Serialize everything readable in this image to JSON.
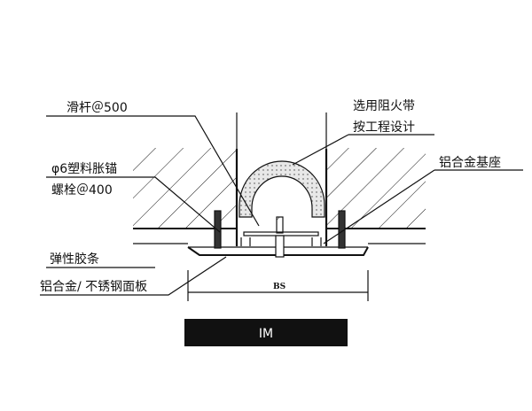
{
  "labels": {
    "slide_bar": "滑杆＠500",
    "fire_belt_1": "选用阻火带",
    "fire_belt_2": "按工程设计",
    "base": "铝合金基座",
    "anchor_1": "φ6塑料胀锚",
    "anchor_2": "螺栓＠400",
    "rubber_strip": "弹性胶条",
    "cover_plate": "铝合金/ 不锈钢面板",
    "dimension": "BS"
  },
  "caption": "IM",
  "colors": {
    "line": "#111111",
    "caption_bg": "#111111",
    "caption_text": "#ffffff",
    "fire_belt_fill": "#e8e8e8"
  }
}
